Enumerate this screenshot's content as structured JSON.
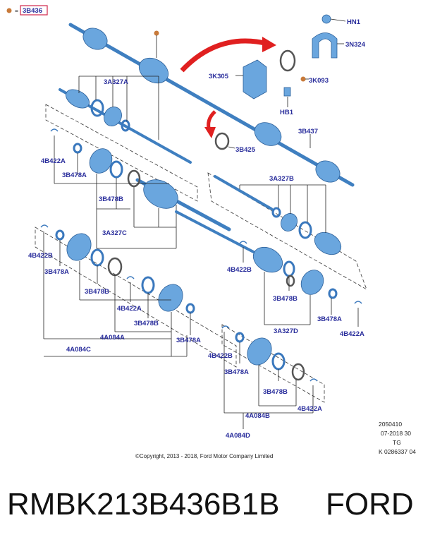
{
  "legend": {
    "code": "3B436"
  },
  "labels": {
    "hn1": "HN1",
    "n324": "3N324",
    "k305": "3K305",
    "k093": "3K093",
    "hb1": "HB1",
    "a327a": "3A327A",
    "b437": "3B437",
    "b425": "3B425",
    "b422a_1": "4B422A",
    "b478a_1": "3B478A",
    "b478b_1": "3B478B",
    "a327c": "3A327C",
    "a327b": "3A327B",
    "b422b_1": "4B422B",
    "b478a_2": "3B478A",
    "b478b_2": "3B478B",
    "b422a_2": "4B422A",
    "b478b_3": "3B478B",
    "a084a": "4A084A",
    "a084c": "4A084C",
    "b478a_3": "3B478A",
    "b422b_2": "4B422B",
    "b478b_4": "3B478B",
    "a327d": "3A327D",
    "b478a_4": "3B478A",
    "b422a_3": "4B422A",
    "b422b_3": "4B422B",
    "b478a_5": "3B478A",
    "b478b_5": "3B478B",
    "b422a_4": "4B422A",
    "a084b": "4A084B",
    "a084d": "4A084D"
  },
  "meta": {
    "line1": "2050410",
    "line2": "07-2018 30",
    "line3": "TG",
    "line4": "K 0286337 04"
  },
  "copyright": "©Copyright, 2013 - 2018, Ford Motor Company Limited",
  "footer": {
    "part_number": "RMBK213B436B1B",
    "brand": "FORD"
  },
  "colors": {
    "label": "#2a2e9c",
    "part": "#6aa6de",
    "arrow": "#e02020",
    "legend_dot": "#c87a3a",
    "legend_box": "#d0264a"
  }
}
